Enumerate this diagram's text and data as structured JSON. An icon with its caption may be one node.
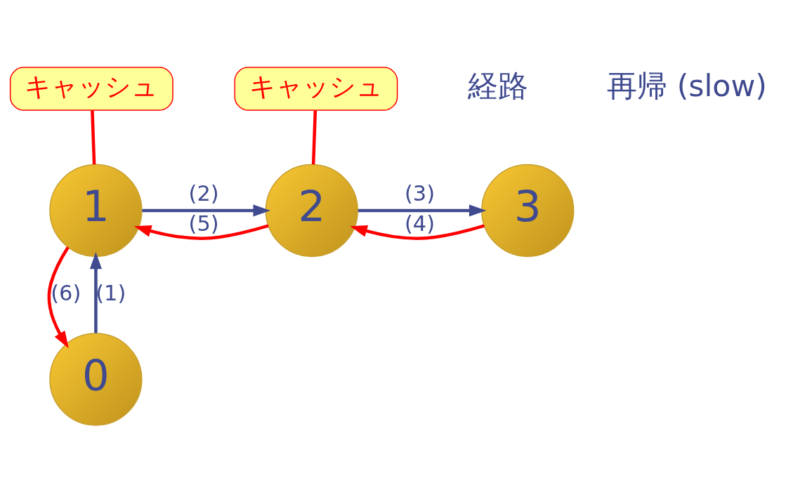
{
  "diagram": {
    "nodes": [
      {
        "text": [
          "1"
        ]
      },
      {
        "text": [
          "2"
        ]
      },
      {
        "text": [
          "3"
        ]
      },
      {
        "text": [
          "0"
        ]
      },
      {
        "text": [
          "キャッシュ"
        ]
      },
      {
        "text": [
          "キャッシュ"
        ]
      }
    ],
    "edges": [
      {
        "from": 3,
        "to": 0,
        "arrow": "to",
        "label": "(1)",
        "color": "#3f4a8f"
      },
      {
        "from": 0,
        "to": 1,
        "arrow": "to",
        "label": "(2)",
        "color": "#3f4a8f"
      },
      {
        "from": 1,
        "to": 2,
        "arrow": "to",
        "label": "(3)",
        "color": "#3f4a8f"
      },
      {
        "from": 2,
        "to": 1,
        "arrow": "to",
        "label": "(4)",
        "color": "#ff0000"
      },
      {
        "from": 1,
        "to": 0,
        "arrow": "to",
        "label": "(5)",
        "color": "#ff0000"
      },
      {
        "from": 0,
        "to": 3,
        "arrow": "to",
        "label": "(6)",
        "color": "#ff0000"
      },
      {
        "from": 4,
        "to": 0,
        "arrow": "none",
        "color": "#ff0000"
      },
      {
        "from": 5,
        "to": 1,
        "arrow": "none",
        "color": "#ff0000"
      }
    ],
    "labels": [
      "経路",
      "再帰 (slow)"
    ]
  }
}
